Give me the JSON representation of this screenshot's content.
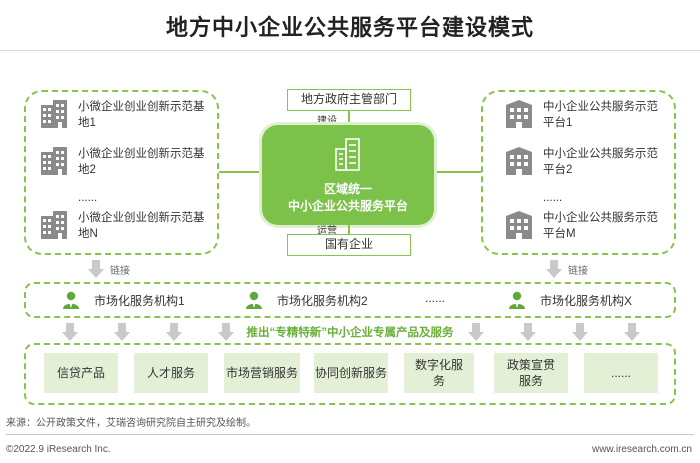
{
  "title": "地方中小企业公共服务平台建设模式",
  "left_bases": [
    "小微企业创业创新示范基地1",
    "小微企业创业创新示范基地2",
    "......",
    "小微企业创业创新示范基地N"
  ],
  "right_bases": [
    "中小企业公共服务示范平台1",
    "中小企业公共服务示范平台2",
    "......",
    "中小企业公共服务示范平台M"
  ],
  "center": {
    "line1": "区域统一",
    "line2": "中小企业公共服务平台"
  },
  "top_box": "地方政府主管部门",
  "top_label": "建设",
  "bottom_box": "国有企业",
  "bottom_label": "运营",
  "link_label": "链接",
  "institutions": [
    "市场化服务机构1",
    "市场化服务机构2",
    "......",
    "市场化服务机构X"
  ],
  "banner": "推出“专精特新”中小企业专属产品及服务",
  "products": [
    "信贷产品",
    "人才服务",
    "市场营销服务",
    "协同创新服务",
    "数字化服务",
    "政策宣贯服务",
    "......"
  ],
  "footer": {
    "source": "来源：公开政策文件，艾瑞咨询研究院自主研究及绘制。",
    "copyright": "©2022.9 iResearch Inc.",
    "url": "www.iresearch.com.cn"
  },
  "colors": {
    "green": "#7cc14a",
    "light_green": "#e3f0d6",
    "gray_icon": "#8a8a8a"
  }
}
